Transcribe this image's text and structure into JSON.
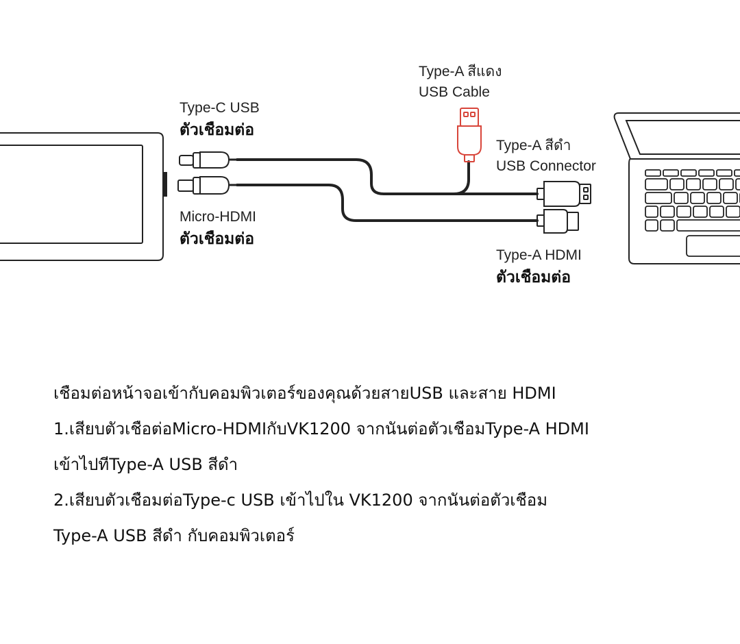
{
  "labels": {
    "type_a_red": {
      "line1": "Type-A สีแดง",
      "line2": "USB Cable"
    },
    "type_c": {
      "name": "Type-C USB",
      "thai": "ตัวเชือมต่อ"
    },
    "type_a_black": {
      "line1": "Type-A สีดำ",
      "line2": "USB Connector"
    },
    "micro_hdmi": {
      "name": "Micro-HDMI",
      "thai": "ตัวเชือมต่อ"
    },
    "type_a_hdmi": {
      "name": "Type-A HDMI",
      "thai": "ตัวเชือมต่อ"
    }
  },
  "instructions": [
    "เชือมต่อหน้าจอเข้ากับคอมพิวเตอร์ของคุณด้วยสายUSB และสาย HDMI",
    "1.เสียบตัวเชือต่อMicro-HDMIกับVK1200 จากนันต่อตัวเชือมType-A HDMI",
    "เข้าไปทีType-A USB สีดำ",
    "2.เสียบตัวเชือมต่อType-c USB เข้าไปใน VK1200 จากนันต่อตัวเชือม",
    "Type-A USB สีดำ กับคอมพิวเตอร์"
  ],
  "colors": {
    "line": "#222222",
    "accent_red": "#d8453a",
    "background": "#ffffff"
  }
}
